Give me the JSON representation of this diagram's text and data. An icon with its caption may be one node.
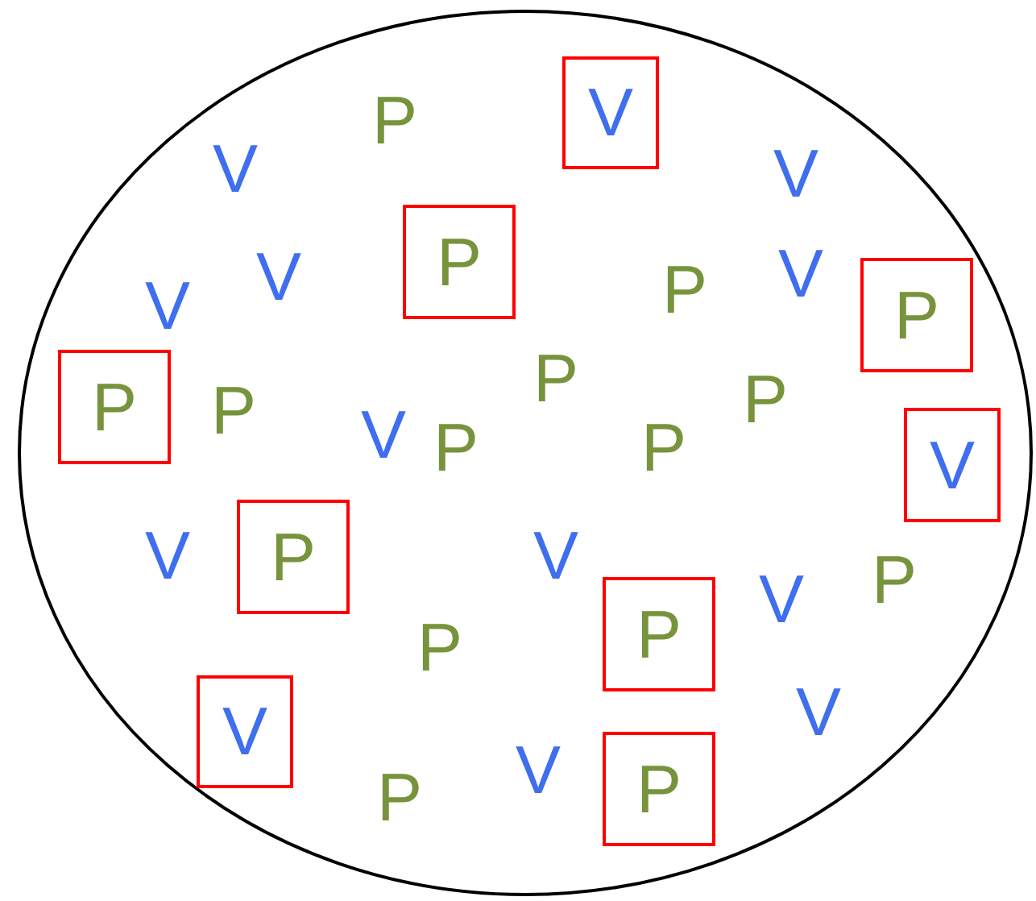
{
  "diagram": {
    "nodes": [
      {
        "text": [],
        "shape": "ellipse"
      },
      {
        "text": [
          "V"
        ],
        "in": 0
      },
      {
        "text": [
          "P"
        ],
        "in": 0
      },
      {
        "text": [
          "P"
        ],
        "in": 0
      },
      {
        "text": [
          "P"
        ],
        "in": 0
      },
      {
        "text": [
          "V"
        ],
        "in": 0
      },
      {
        "text": [
          "P"
        ],
        "in": 0
      },
      {
        "text": [
          "P"
        ],
        "in": 0
      },
      {
        "text": [
          "V"
        ],
        "in": 0
      },
      {
        "text": [
          "P"
        ],
        "in": 0
      }
    ],
    "labels": [
      "P",
      "V",
      "V",
      "V",
      "V",
      "P",
      "V",
      "P",
      "P",
      "P",
      "V",
      "P",
      "P",
      "V",
      "V",
      "P",
      "V",
      "P",
      "V",
      "V",
      "P"
    ]
  }
}
